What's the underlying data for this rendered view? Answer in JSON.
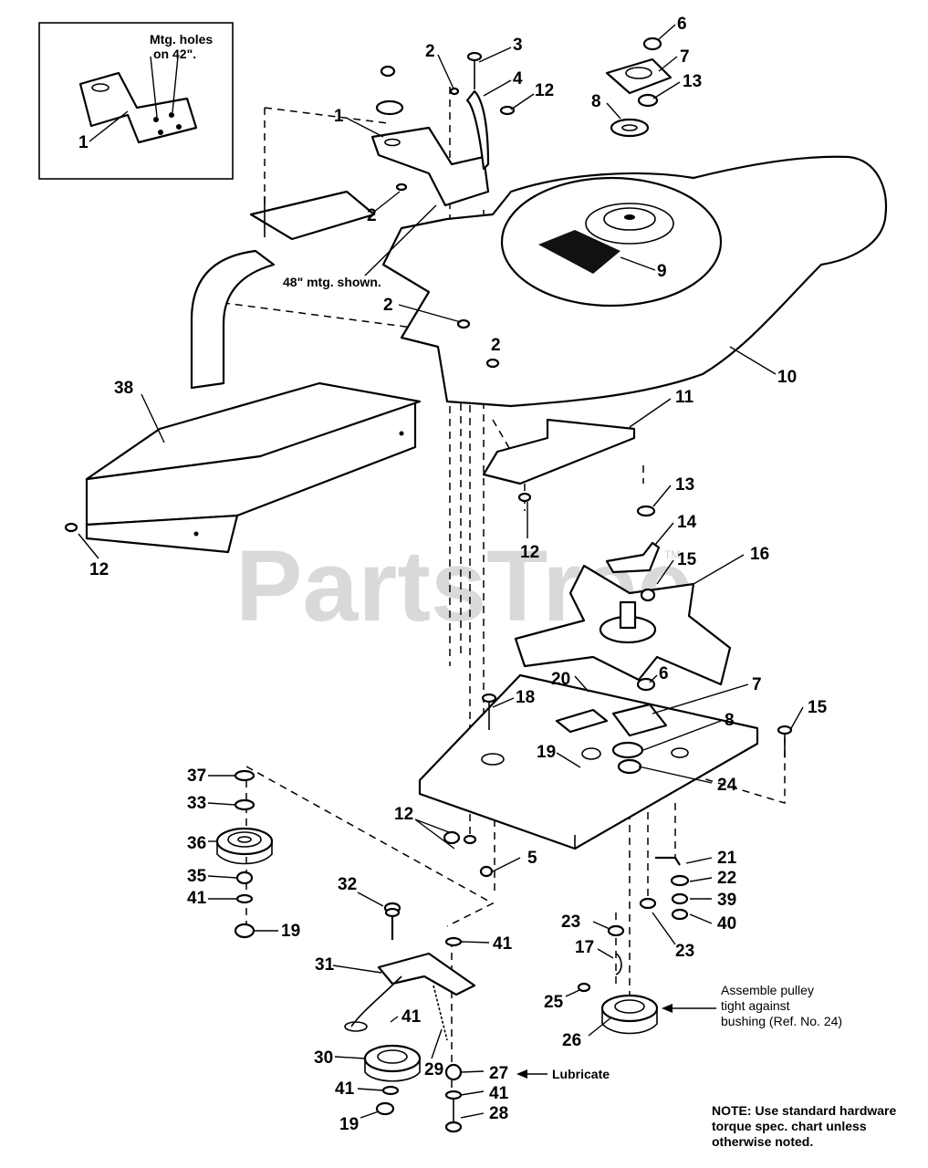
{
  "watermark": "PartsTree",
  "trademark": "TM",
  "notes": {
    "mtg_holes_l1": "Mtg. holes",
    "mtg_holes_l2": "on 42\".",
    "mtg_48": "48\" mtg. shown.",
    "lubricate": "Lubricate",
    "assemble_l1": "Assemble pulley",
    "assemble_l2": "tight against",
    "assemble_l3": "bushing (Ref. No. 24)",
    "footer_l1": "NOTE: Use standard hardware",
    "footer_l2": "torque spec. chart unless",
    "footer_l3": "otherwise noted."
  },
  "callouts": [
    {
      "id": "c1a",
      "label": "1"
    },
    {
      "id": "c1b",
      "label": "1"
    },
    {
      "id": "c2a",
      "label": "2"
    },
    {
      "id": "c2b",
      "label": "2"
    },
    {
      "id": "c2c",
      "label": "2"
    },
    {
      "id": "c2d",
      "label": "2"
    },
    {
      "id": "c3",
      "label": "3"
    },
    {
      "id": "c4",
      "label": "4"
    },
    {
      "id": "c5",
      "label": "5"
    },
    {
      "id": "c6a",
      "label": "6"
    },
    {
      "id": "c6b",
      "label": "6"
    },
    {
      "id": "c7a",
      "label": "7"
    },
    {
      "id": "c7b",
      "label": "7"
    },
    {
      "id": "c8a",
      "label": "8"
    },
    {
      "id": "c8b",
      "label": "8"
    },
    {
      "id": "c9",
      "label": "9"
    },
    {
      "id": "c10",
      "label": "10"
    },
    {
      "id": "c11",
      "label": "11"
    },
    {
      "id": "c12a",
      "label": "12"
    },
    {
      "id": "c12b",
      "label": "12"
    },
    {
      "id": "c12c",
      "label": "12"
    },
    {
      "id": "c12d",
      "label": "12"
    },
    {
      "id": "c13a",
      "label": "13"
    },
    {
      "id": "c13b",
      "label": "13"
    },
    {
      "id": "c14",
      "label": "14"
    },
    {
      "id": "c15a",
      "label": "15"
    },
    {
      "id": "c15b",
      "label": "15"
    },
    {
      "id": "c16",
      "label": "16"
    },
    {
      "id": "c17",
      "label": "17"
    },
    {
      "id": "c18",
      "label": "18"
    },
    {
      "id": "c19a",
      "label": "19"
    },
    {
      "id": "c19b",
      "label": "19"
    },
    {
      "id": "c19c",
      "label": "19"
    },
    {
      "id": "c20",
      "label": "20"
    },
    {
      "id": "c21",
      "label": "21"
    },
    {
      "id": "c22",
      "label": "22"
    },
    {
      "id": "c23a",
      "label": "23"
    },
    {
      "id": "c23b",
      "label": "23"
    },
    {
      "id": "c24",
      "label": "24"
    },
    {
      "id": "c25",
      "label": "25"
    },
    {
      "id": "c26",
      "label": "26"
    },
    {
      "id": "c27",
      "label": "27"
    },
    {
      "id": "c28",
      "label": "28"
    },
    {
      "id": "c29",
      "label": "29"
    },
    {
      "id": "c30",
      "label": "30"
    },
    {
      "id": "c31",
      "label": "31"
    },
    {
      "id": "c32",
      "label": "32"
    },
    {
      "id": "c33",
      "label": "33"
    },
    {
      "id": "c35",
      "label": "35"
    },
    {
      "id": "c36",
      "label": "36"
    },
    {
      "id": "c37",
      "label": "37"
    },
    {
      "id": "c38",
      "label": "38"
    },
    {
      "id": "c39",
      "label": "39"
    },
    {
      "id": "c40",
      "label": "40"
    },
    {
      "id": "c41a",
      "label": "41"
    },
    {
      "id": "c41b",
      "label": "41"
    },
    {
      "id": "c41c",
      "label": "41"
    },
    {
      "id": "c41d",
      "label": "41"
    },
    {
      "id": "c41e",
      "label": "41"
    }
  ]
}
